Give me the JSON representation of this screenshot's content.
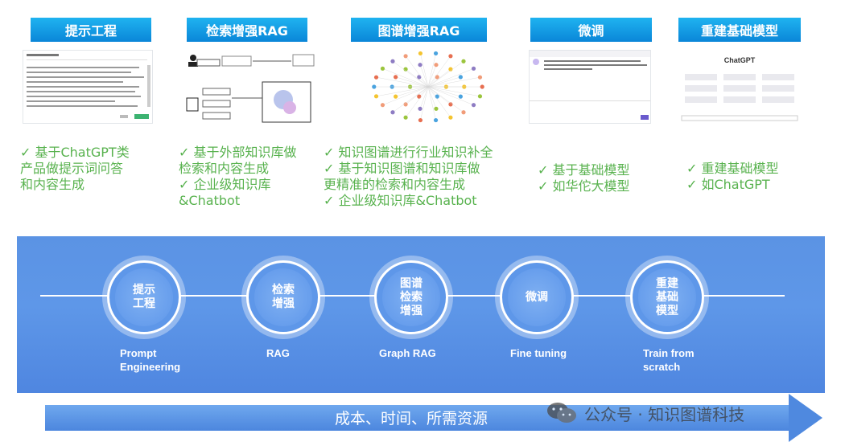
{
  "columns": [
    {
      "title": "提示工程",
      "bullets": [
        "✓  基于ChatGPT类",
        "产品做提示词问答",
        "和内容生成"
      ]
    },
    {
      "title": "检索增强RAG",
      "bullets": [
        "✓  基于外部知识库做",
        "检索和内容生成",
        "✓  企业级知识库",
        "&Chatbot"
      ]
    },
    {
      "title": "图谱增强RAG",
      "bullets": [
        "✓  知识图谱进行行业知识补全",
        "✓  基于知识图谱和知识库做",
        "更精准的检索和内容生成",
        "✓  企业级知识库&Chatbot"
      ]
    },
    {
      "title": "微调",
      "bullets": [
        "✓  基于基础模型",
        "✓  如华佗大模型"
      ]
    },
    {
      "title": "重建基础模型",
      "bullets": [
        "✓  重建基础模型",
        "✓  如ChatGPT"
      ]
    }
  ],
  "thumbs": {
    "chatgpt_title": "ChatGPT"
  },
  "stages": [
    {
      "circle": "提示\n工程",
      "label": "Prompt\nEngineering"
    },
    {
      "circle": "检索\n增强",
      "label": "RAG"
    },
    {
      "circle": "图谱\n检索\n增强",
      "label": "Graph RAG"
    },
    {
      "circle": "微调",
      "label": "Fine tuning"
    },
    {
      "circle": "重建\n基础\n模型",
      "label": "Train from\nscratch"
    }
  ],
  "arrow_text": "成本、时间、所需资源",
  "watermark": "公众号 · 知识图谱科技",
  "colors": {
    "header": "#0a86d8",
    "bullet": "#58b24e",
    "band": "#5e97e8"
  }
}
